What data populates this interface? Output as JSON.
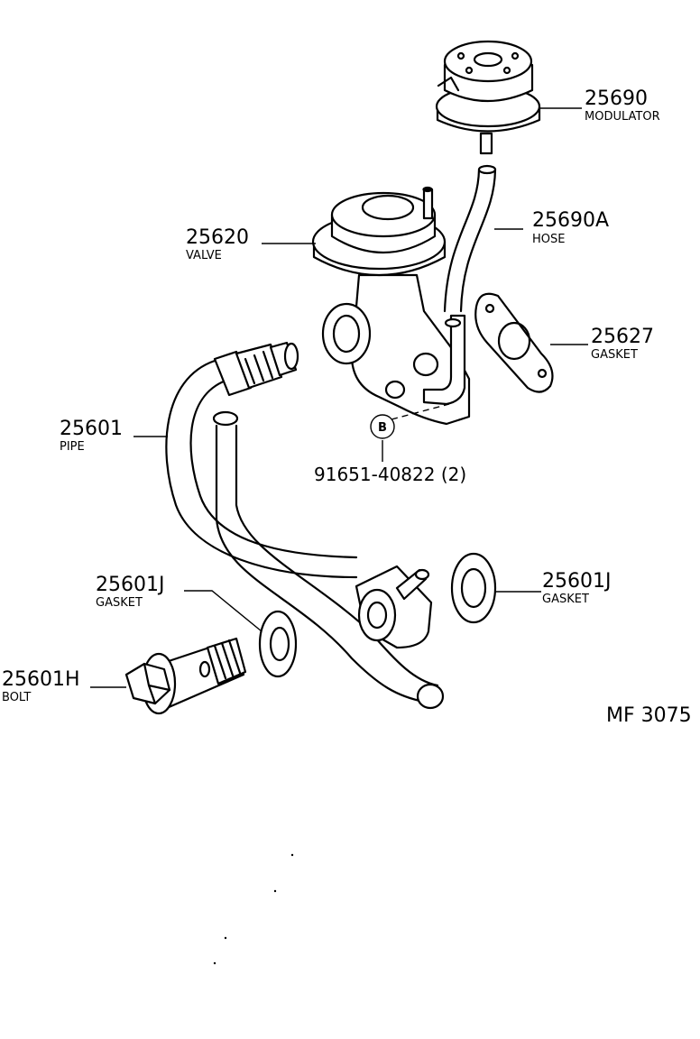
{
  "diagram_code": "MF 3075",
  "parts": [
    {
      "id": "modulator",
      "number": "25690",
      "name": "MODULATOR"
    },
    {
      "id": "hose",
      "number": "25690A",
      "name": "HOSE"
    },
    {
      "id": "valve",
      "number": "25620",
      "name": "VALVE"
    },
    {
      "id": "gasket-valve",
      "number": "25627",
      "name": "GASKET"
    },
    {
      "id": "pipe",
      "number": "25601",
      "name": "PIPE"
    },
    {
      "id": "bolt-b",
      "number": "91651-40822 (2)",
      "symbol": "B"
    },
    {
      "id": "gasket-left",
      "number": "25601J",
      "name": "GASKET"
    },
    {
      "id": "gasket-right",
      "number": "25601J",
      "name": "GASKET"
    },
    {
      "id": "union-bolt",
      "number": "25601H",
      "name": "BOLT"
    }
  ]
}
